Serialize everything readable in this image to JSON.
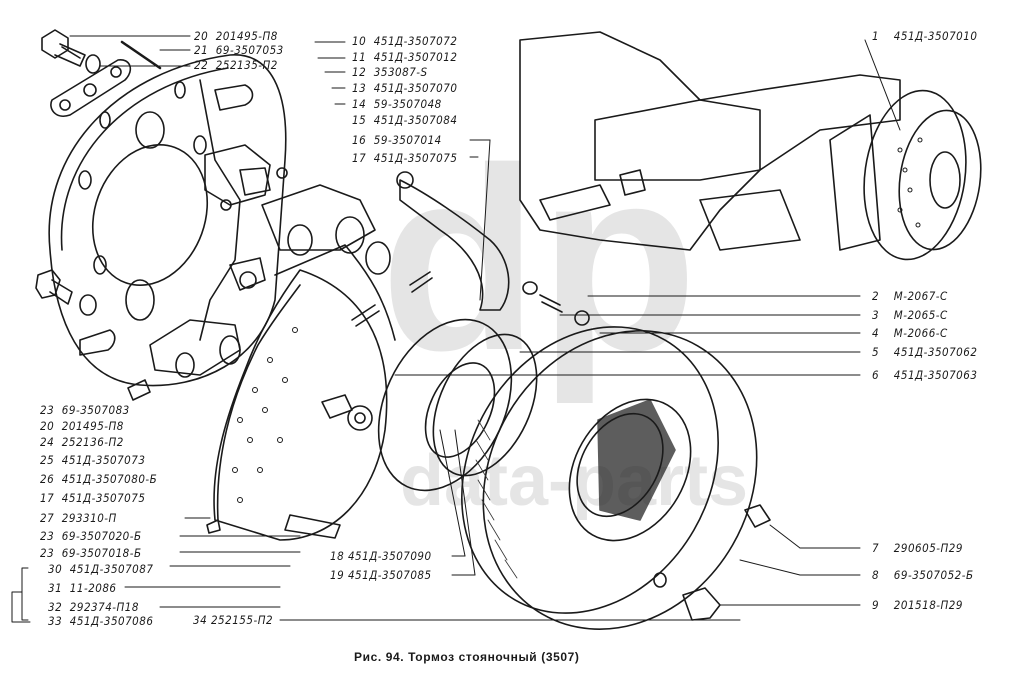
{
  "figure": {
    "caption": "Рис. 94. Тормоз стояночный (3507)",
    "watermark": "data-parts",
    "watermark_logo": "dp"
  },
  "parts": {
    "right": [
      {
        "num": "1",
        "code": "451Д-3507010"
      },
      {
        "num": "2",
        "code": "М-2067-С"
      },
      {
        "num": "3",
        "code": "М-2065-С"
      },
      {
        "num": "4",
        "code": "М-2066-С"
      },
      {
        "num": "5",
        "code": "451Д-3507062"
      },
      {
        "num": "6",
        "code": "451Д-3507063"
      },
      {
        "num": "7",
        "code": "290605-П29"
      },
      {
        "num": "8",
        "code": "69-3507052-Б"
      },
      {
        "num": "9",
        "code": "201518-П29"
      }
    ],
    "top_left": [
      {
        "num": "20",
        "code": "201495-П8"
      },
      {
        "num": "21",
        "code": "69-3507053"
      },
      {
        "num": "22",
        "code": "252135-П2"
      }
    ],
    "top_center": [
      {
        "num": "10",
        "code": "451Д-3507072"
      },
      {
        "num": "11",
        "code": "451Д-3507012"
      },
      {
        "num": "12",
        "code": "353087-S"
      },
      {
        "num": "13",
        "code": "451Д-3507070"
      },
      {
        "num": "14",
        "code": "59-3507048"
      },
      {
        "num": "15",
        "code": "451Д-3507084"
      },
      {
        "num": "16",
        "code": "59-3507014"
      },
      {
        "num": "17",
        "code": "451Д-3507075"
      }
    ],
    "left": [
      {
        "num": "23",
        "code": "69-3507083"
      },
      {
        "num": "20",
        "code": "201495-П8"
      },
      {
        "num": "24",
        "code": "252136-П2"
      },
      {
        "num": "25",
        "code": "451Д-3507073"
      },
      {
        "num": "26",
        "code": "451Д-3507080-Б"
      },
      {
        "num": "17",
        "code": "451Д-3507075"
      },
      {
        "num": "27",
        "code": "293310-П"
      },
      {
        "num": "23",
        "code": "69-3507020-Б"
      },
      {
        "num": "23",
        "code": "69-3507018-Б"
      },
      {
        "num": "30",
        "code": "451Д-3507087"
      },
      {
        "num": "31",
        "code": "11-2086"
      },
      {
        "num": "32",
        "code": "292374-П18"
      },
      {
        "num": "33",
        "code": "451Д-3507086"
      }
    ],
    "bottom_center": [
      {
        "num": "18",
        "code": "451Д-3507090"
      },
      {
        "num": "19",
        "code": "451Д-3507085"
      },
      {
        "num": "34",
        "code": "252155-П2"
      }
    ]
  }
}
